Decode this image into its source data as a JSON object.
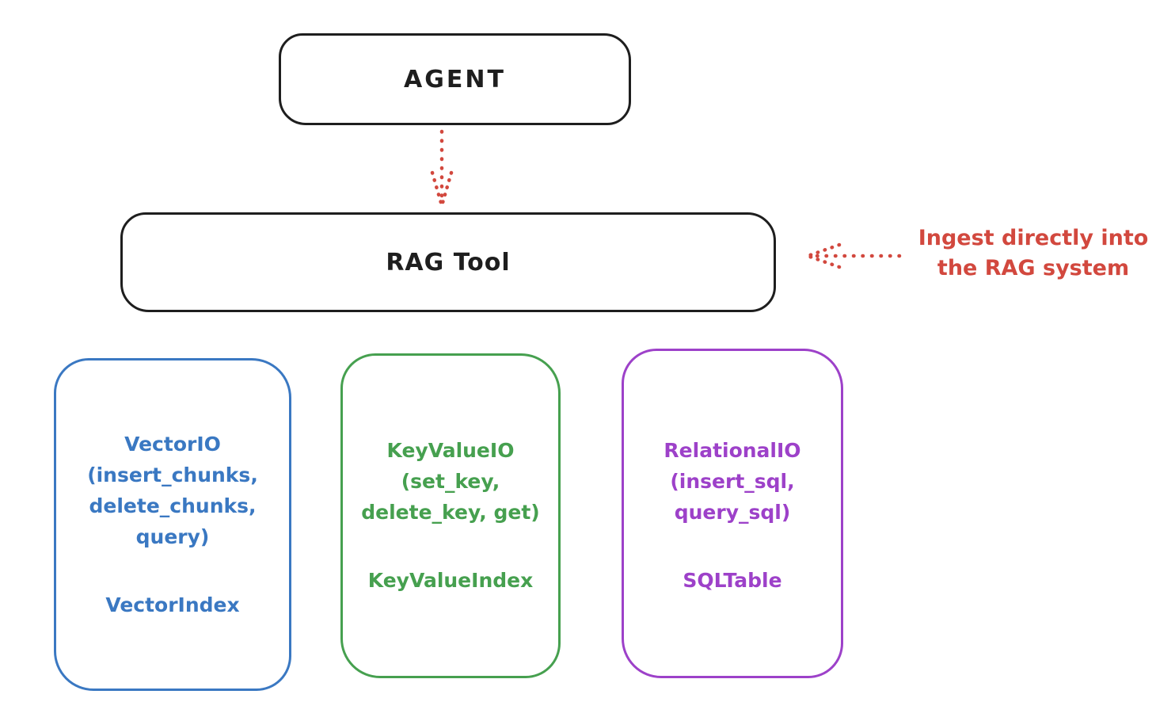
{
  "diagram": {
    "agent": {
      "label": "AGENT"
    },
    "rag_tool": {
      "label": "RAG Tool"
    },
    "annotation": {
      "line1": "Ingest directly into",
      "line2": "the RAG system"
    },
    "arrows": {
      "agent_to_rag": "dotted-arrow-down-icon",
      "annotation_to_rag": "dotted-arrow-left-icon"
    },
    "storage_nodes": [
      {
        "name": "VectorIO",
        "lines": [
          "VectorIO",
          "(insert_chunks,",
          "delete_chunks,",
          "query)"
        ],
        "index_label": "VectorIndex",
        "color": "#3a78c2"
      },
      {
        "name": "KeyValueIO",
        "lines": [
          "KeyValueIO",
          "(set_key,",
          "delete_key, get)"
        ],
        "index_label": "KeyValueIndex",
        "color": "#46a04f"
      },
      {
        "name": "RelationalIO",
        "lines": [
          "RelationalIO",
          "(insert_sql,",
          "query_sql)"
        ],
        "index_label": "SQLTable",
        "color": "#9d41c9"
      }
    ],
    "colors": {
      "ink": "#1e1e1e",
      "red": "#d2483e",
      "blue": "#3a78c2",
      "green": "#46a04f",
      "purple": "#9d41c9",
      "background": "#ffffff"
    }
  }
}
